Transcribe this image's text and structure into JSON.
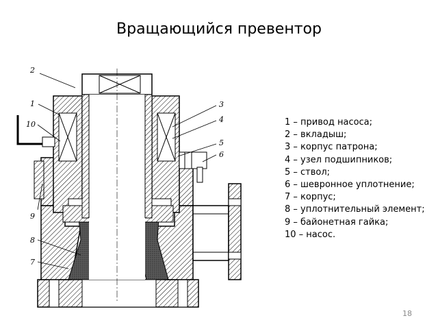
{
  "title": "Вращающийся превентор",
  "legend": [
    "1 – привод насоса;",
    "2 – вкладыш;",
    "3 – корпус патрона;",
    "4 – узел подшипников;",
    "5 – ствол;",
    "6 – шевронное уплотнение;",
    "7 – корпус;",
    "8 – уплотнительный элемент;",
    "9 – байонетная гайка;",
    "10 – насос."
  ],
  "callouts": [
    "1",
    "2",
    "3",
    "4",
    "5",
    "6",
    "7",
    "8",
    "9",
    "10"
  ],
  "page_number": "18"
}
